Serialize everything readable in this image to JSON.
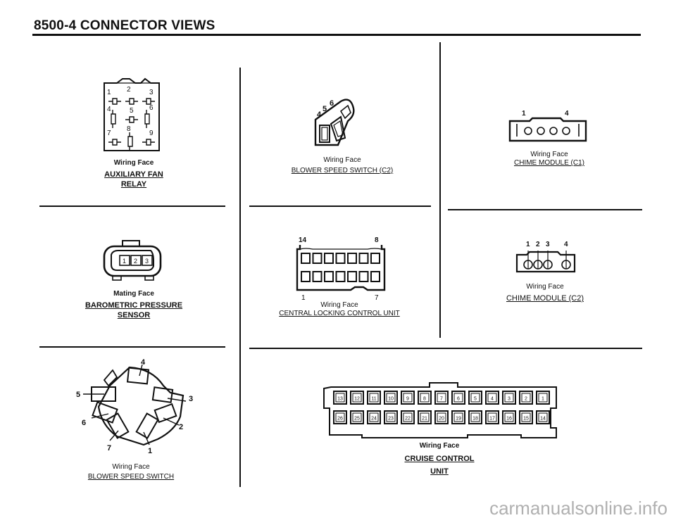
{
  "header": {
    "title": "8500-4   CONNECTOR VIEWS"
  },
  "panels": {
    "aux_fan": {
      "face": "Wiring Face",
      "name1": "AUXILIARY FAN",
      "name2": "RELAY",
      "pins": [
        "1",
        "2",
        "3",
        "4",
        "5",
        "6",
        "7",
        "8",
        "9"
      ]
    },
    "blower_c2": {
      "face": "Wiring Face",
      "name": "BLOWER SPEED SWITCH (C2)",
      "pins": [
        "4",
        "5",
        "6"
      ]
    },
    "chime_c1": {
      "face": "Wiring Face",
      "name": "CHIME MODULE (C1)",
      "pins": [
        "1",
        "4"
      ]
    },
    "baro": {
      "face": "Mating Face",
      "name1": "BAROMETRIC PRESSURE",
      "name2": "SENSOR",
      "pins": [
        "1",
        "2",
        "3"
      ]
    },
    "central": {
      "face": "Wiring Face",
      "name": "CENTRAL LOCKING CONTROL UNIT",
      "pins": [
        "14",
        "8",
        "1",
        "7"
      ]
    },
    "chime_c2": {
      "face": "Wiring Face",
      "name": "CHIME MODULE (C2)",
      "pins": [
        "1",
        "2",
        "3",
        "4"
      ]
    },
    "blower": {
      "face": "Wiring Face",
      "name": "BLOWER SPEED SWITCH",
      "pins": [
        "1",
        "2",
        "3",
        "4",
        "5",
        "6",
        "7"
      ]
    },
    "cruise": {
      "face": "Wiring Face",
      "name1": "CRUISE CONTROL",
      "name2": "UNIT",
      "top_pins": [
        "13",
        "12",
        "11",
        "10",
        "9",
        "8",
        "7",
        "6",
        "5",
        "4",
        "3",
        "2",
        "1"
      ],
      "bottom_pins": [
        "26",
        "25",
        "24",
        "23",
        "22",
        "21",
        "20",
        "19",
        "18",
        "17",
        "16",
        "15",
        "14"
      ]
    }
  },
  "watermark": "carmanualsonline.info"
}
